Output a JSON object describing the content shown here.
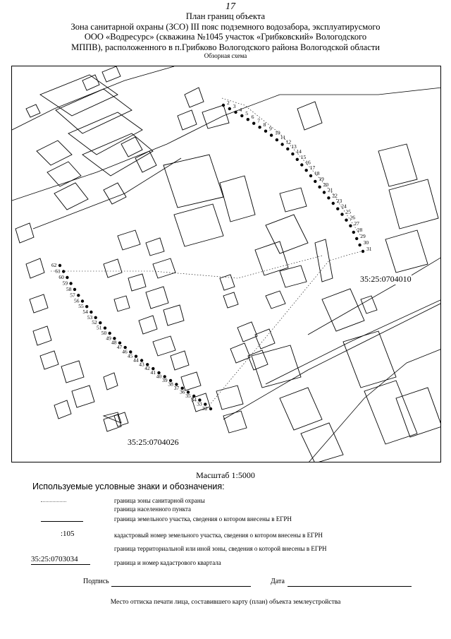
{
  "page_number": "17",
  "header": {
    "title": "План границ объекта",
    "line1": "Зона санитарной охраны (ЗСО) III пояс подземного водозабора, эксплуатирусмого",
    "line2": "ООО «Водресурс» (скважина №1045 участок «Грибковский» Вологодского",
    "line3": "МППВ), расположенного в п.Грибково Вологодского района Вологодской области",
    "subtitle": "Обзорная схема"
  },
  "map": {
    "quarter_labels": [
      "35:25:0704010",
      "35:25:0704026"
    ],
    "right_points": [
      "2",
      "3",
      "4",
      "5",
      "6",
      "7",
      "8",
      "9",
      "10",
      "11",
      "12",
      "13",
      "14",
      "15",
      "16",
      "17",
      "18",
      "19",
      "20",
      "21",
      "22",
      "23",
      "24",
      "25",
      "26",
      "27",
      "28",
      "29",
      "30",
      "31"
    ],
    "left_points": [
      "62",
      "61",
      "60",
      "59",
      "58",
      "57",
      "56",
      "55",
      "54",
      "53",
      "52",
      "51",
      "50",
      "49",
      "48",
      "47",
      "46",
      "45",
      "44",
      "43",
      "42",
      "41",
      "40",
      "39",
      "38",
      "37",
      "36",
      "35",
      "34",
      "33",
      "32"
    ]
  },
  "scale": "Масштаб 1:5000",
  "legend": {
    "title": "Используемые условные знаки и обозначения:",
    "items": [
      {
        "symbol": "",
        "text": "граница зоны санитарной охраны"
      },
      {
        "symbol": "",
        "text": "граница населенного пункта"
      },
      {
        "symbol": "",
        "text": "граница земельного участка, сведения о котором внесены в ЕГРН"
      },
      {
        "symbol": ":105",
        "text": "кадастровый номер земельного участка, сведения о котором внесены в ЕГРН"
      },
      {
        "symbol": "",
        "text": "граница территориальной или иной зоны, сведения о которой внесены в ЕГРН"
      },
      {
        "symbol": "35:25:0703034",
        "text": "граница и номер кадастрового квартала"
      }
    ]
  },
  "signature": {
    "label": "Подпись",
    "date_label": "Дата"
  },
  "stamp_note": "Место оттиска печати лица, составившего карту (план) объекта землеустройства"
}
